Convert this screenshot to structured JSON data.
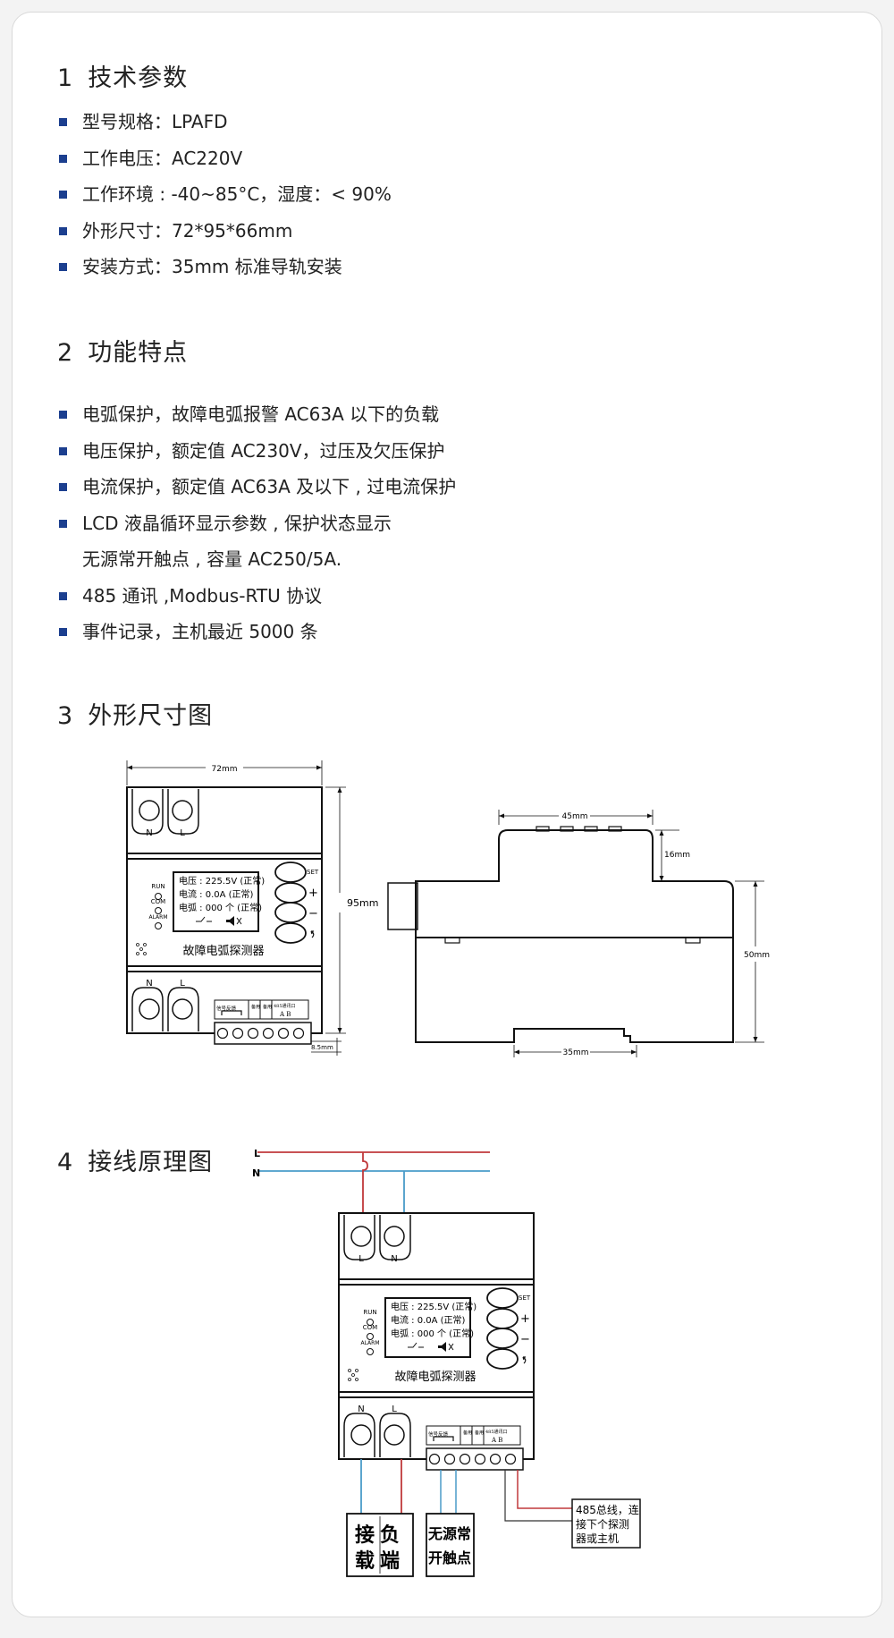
{
  "sections": {
    "s1": {
      "num": "1",
      "title": "技术参数",
      "items": [
        "型号规格：LPAFD",
        "工作电压：AC220V",
        "工作环境 : -40~85°C，湿度：< 90%",
        "外形尺寸：72*95*66mm",
        "安装方式：35mm 标准导轨安装"
      ]
    },
    "s2": {
      "num": "2",
      "title": "功能特点",
      "items": [
        "电弧保护，故障电弧报警 AC63A 以下的负载",
        "电压保护，额定值 AC230V，过压及欠压保护",
        "电流保护，额定值 AC63A 及以下 , 过电流保护",
        "LCD 液晶循环显示参数 , 保护状态显示",
        "无源常开触点 , 容量 AC250/5A.",
        "485 通讯 ,Modbus-RTU 协议",
        "事件记录，主机最近 5000 条"
      ]
    },
    "s3": {
      "num": "3",
      "title": "外形尺寸图"
    },
    "s4": {
      "num": "4",
      "title": "接线原理图"
    }
  },
  "device": {
    "lcd_voltage": "电压 : 225.5V (正常)",
    "lcd_current": "电流 : 0.0A    (正常)",
    "lcd_arc": "电弧 : 000 个 (正常)",
    "lcd_icons": "⌿  🔇",
    "name": "故障电弧探测器",
    "led_run": "RUN",
    "led_com": "COM",
    "led_alarm": "ALARM",
    "btn_set": "SET",
    "btn_plus": "+",
    "btn_minus": "−",
    "btn_back": "↩",
    "term_N": "N",
    "term_L": "L",
    "sig_label": "信号反馈",
    "spare_label": "备用",
    "spare_label2": "备用",
    "rs485_label": "485通讯口",
    "ab_label": "A  B"
  },
  "dimensions": {
    "width": "72mm",
    "height": "95mm",
    "offset": "8.5mm",
    "top_width": "45mm",
    "top_height": "16mm",
    "side_height": "50mm",
    "rail_width": "35mm"
  },
  "wiring": {
    "line_L": "L",
    "line_N": "N",
    "load_label_line1": "接负",
    "load_label_line2": "载端",
    "contact_label_line1": "无源常",
    "contact_label_line2": "开触点",
    "bus_label_line1": "485总线，连",
    "bus_label_line2": "接下个探测",
    "bus_label_line3": "器或主机",
    "colors": {
      "L": "#c0393b",
      "N": "#4a9bc9"
    }
  }
}
